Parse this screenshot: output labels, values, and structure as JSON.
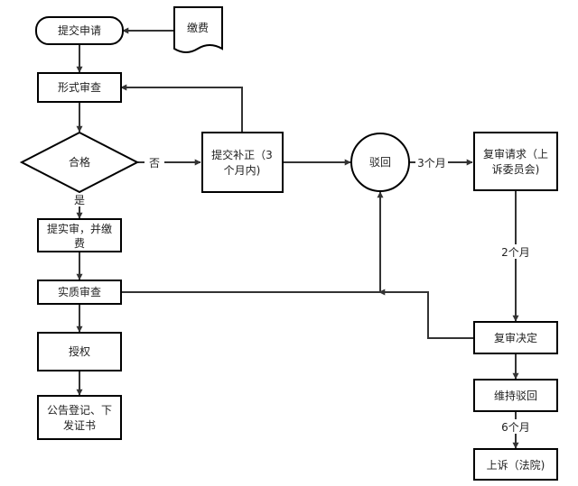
{
  "nodes": {
    "submit_application": "提交申请",
    "pay_fee": "缴费",
    "formal_review": "形式审查",
    "qualified": "合格",
    "submit_correction_l1": "提交补正（3",
    "submit_correction_l2": "个月内)",
    "rejection": "驳回",
    "reexam_request_l1": "复审请求（上",
    "reexam_request_l2": "诉委员会)",
    "submit_substantive_l1": "提实审，并缴",
    "submit_substantive_l2": "费",
    "substantive_review": "实质审查",
    "grant": "授权",
    "announce_l1": "公告登记、下",
    "announce_l2": "发证书",
    "reexam_decision": "复审决定",
    "maintain_rejection": "维持驳回",
    "appeal_court": "上诉（法院)"
  },
  "edges": {
    "no": "否",
    "yes": "是",
    "three_months": "3个月",
    "two_months": "2个月",
    "six_months": "6个月"
  }
}
